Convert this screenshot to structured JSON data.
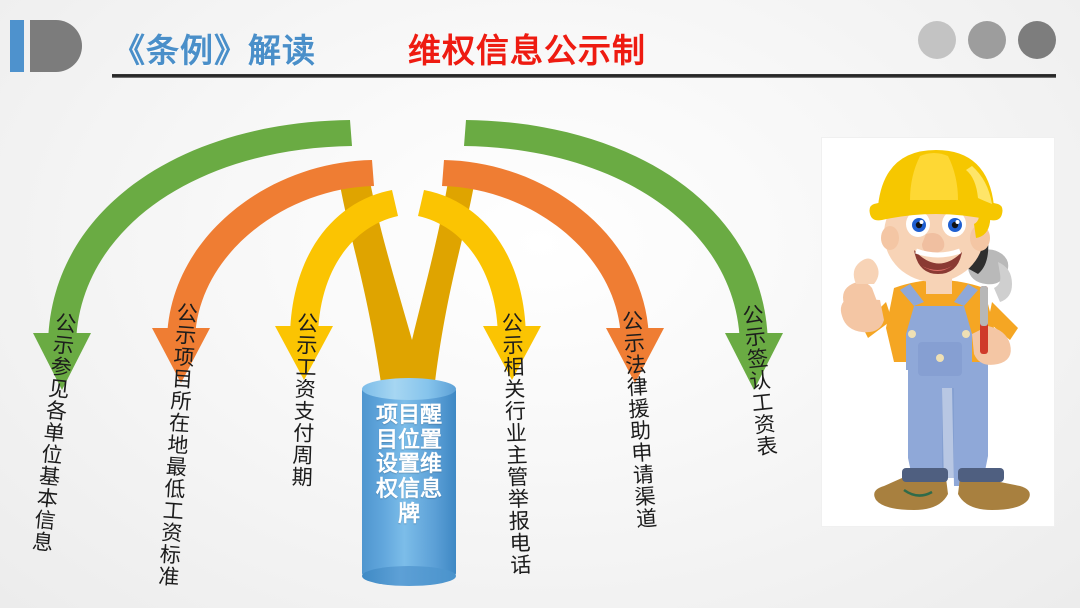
{
  "header": {
    "logo_name": "brand-logo",
    "title_left": "《条例》解读",
    "title_right": "维权信息公示制",
    "dots": [
      "dot-light",
      "dot-medium",
      "dot-dark"
    ],
    "colors": {
      "title_left": "#4a8fc9",
      "title_right": "#ee1b11",
      "logo_bar": "#4e92cd",
      "logo_shape": "#7c7c7c"
    }
  },
  "diagram": {
    "center_pillar": {
      "label": "项目醒目位置设置维权信息牌",
      "fill": "#5b9fd6",
      "text_color": "#ffffff"
    },
    "arrow_colors": {
      "green": "#6aab43",
      "orange": "#ef7d33",
      "yellow": "#fbc402",
      "gold_stem": "#dfa400"
    },
    "items": [
      {
        "label": "公示参见各单位基本信息",
        "color": "#6aab43",
        "side": "left"
      },
      {
        "label": "公示项目所在地最低工资标准",
        "color": "#ef7d33",
        "side": "left"
      },
      {
        "label": "公示工资支付周期",
        "color": "#fbc402",
        "side": "left"
      },
      {
        "label": "公示相关行业主管举报电话",
        "color": "#fbc402",
        "side": "right"
      },
      {
        "label": "公示法律援助申请渠道",
        "color": "#ef7d33",
        "side": "right"
      },
      {
        "label": "公示签认工资表",
        "color": "#6aab43",
        "side": "right"
      }
    ]
  },
  "illustration": {
    "name": "construction-worker-thumbs-up",
    "helmet_color": "#f6c700",
    "shirt_color": "#f5a623",
    "overalls_color": "#8fa8d8",
    "boot_color": "#a8803f"
  }
}
